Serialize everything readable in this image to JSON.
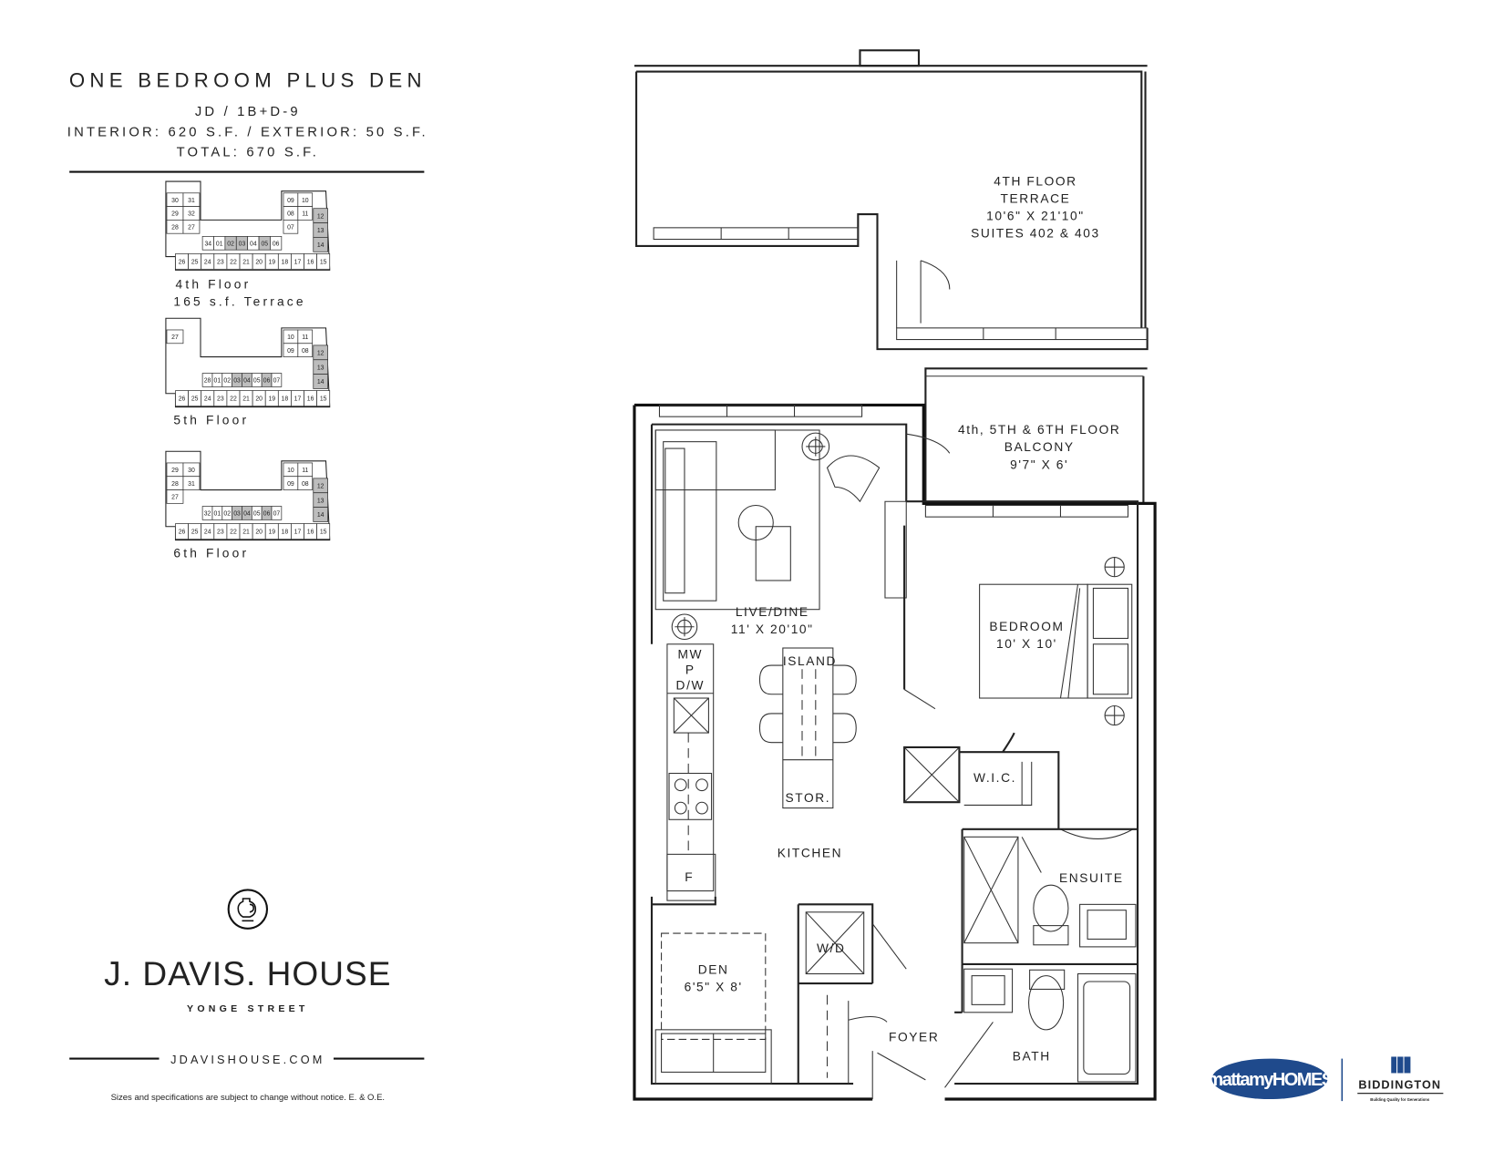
{
  "header": {
    "title": "ONE BEDROOM PLUS DEN",
    "model": "JD / 1B+D-9",
    "areas": "INTERIOR: 620 S.F. / EXTERIOR: 50 S.F.",
    "total": "TOTAL: 670 S.F."
  },
  "keyplans": [
    {
      "label": "4th Floor",
      "sublabel": "165 s.f. Terrace",
      "bottom": [
        "26",
        "25",
        "24",
        "23",
        "22",
        "21",
        "20",
        "19",
        "18",
        "17",
        "16",
        "15"
      ],
      "middle": [
        "34",
        "01",
        "02",
        "03",
        "04",
        "05",
        "06"
      ],
      "left": [
        "30",
        "31",
        "29",
        "32",
        "28",
        "27"
      ],
      "right": [
        "09",
        "10",
        "08",
        "11",
        "07",
        "12",
        "13",
        "14"
      ],
      "highlight": [
        "02",
        "03",
        "05",
        "12",
        "13",
        "14"
      ]
    },
    {
      "label": "5th Floor",
      "bottom": [
        "26",
        "25",
        "24",
        "23",
        "22",
        "21",
        "20",
        "19",
        "18",
        "17",
        "16",
        "15"
      ],
      "middle": [
        "28",
        "01",
        "02",
        "03",
        "04",
        "05",
        "06",
        "07"
      ],
      "left": [
        "27"
      ],
      "right": [
        "10",
        "11",
        "09",
        "08",
        "12",
        "13",
        "14"
      ],
      "highlight": [
        "03",
        "04",
        "06",
        "12",
        "13",
        "14"
      ]
    },
    {
      "label": "6th Floor",
      "bottom": [
        "26",
        "25",
        "24",
        "23",
        "22",
        "21",
        "20",
        "19",
        "18",
        "17",
        "16",
        "15"
      ],
      "middle": [
        "32",
        "01",
        "02",
        "03",
        "04",
        "05",
        "06",
        "07"
      ],
      "left": [
        "29",
        "30",
        "28",
        "31",
        "27"
      ],
      "right": [
        "10",
        "11",
        "09",
        "08",
        "12",
        "13",
        "14"
      ],
      "highlight": [
        "03",
        "04",
        "06",
        "12",
        "13",
        "14"
      ]
    }
  ],
  "brand": {
    "name": "J. DAVIS. HOUSE",
    "street": "YONGE STREET",
    "url": "JDAVISHOUSE.COM",
    "disclaimer": "Sizes and specifications are subject to change without notice.  E. & O.E."
  },
  "plan": {
    "terrace": [
      "4TH FLOOR",
      "TERRACE",
      "10'6\" X 21'10\"",
      "SUITES 402 & 403"
    ],
    "balcony": [
      "4th, 5TH & 6TH FLOOR",
      "BALCONY",
      "9'7\" X 6'"
    ],
    "live_dine": "LIVE/DINE",
    "live_dine_dim": "11' X 20'10\"",
    "island": "ISLAND",
    "mw": "MW",
    "p": "P",
    "dw": "D/W",
    "stor": "STOR.",
    "kitchen": "KITCHEN",
    "fridge": "F",
    "den": "DEN",
    "den_dim": "6'5\" X 8'",
    "wd": "W/D",
    "foyer": "FOYER",
    "bath": "BATH",
    "ensuite": "ENSUITE",
    "wic": "W.I.C.",
    "bedroom": "BEDROOM",
    "bedroom_dim": "10' X 10'"
  },
  "logos": {
    "mattamy": "mattamyHOMES",
    "biddington": "BIDDINGTON",
    "biddington_tagline": "Building Quality for Generations",
    "mattamy_color": "#1f4a8c"
  }
}
